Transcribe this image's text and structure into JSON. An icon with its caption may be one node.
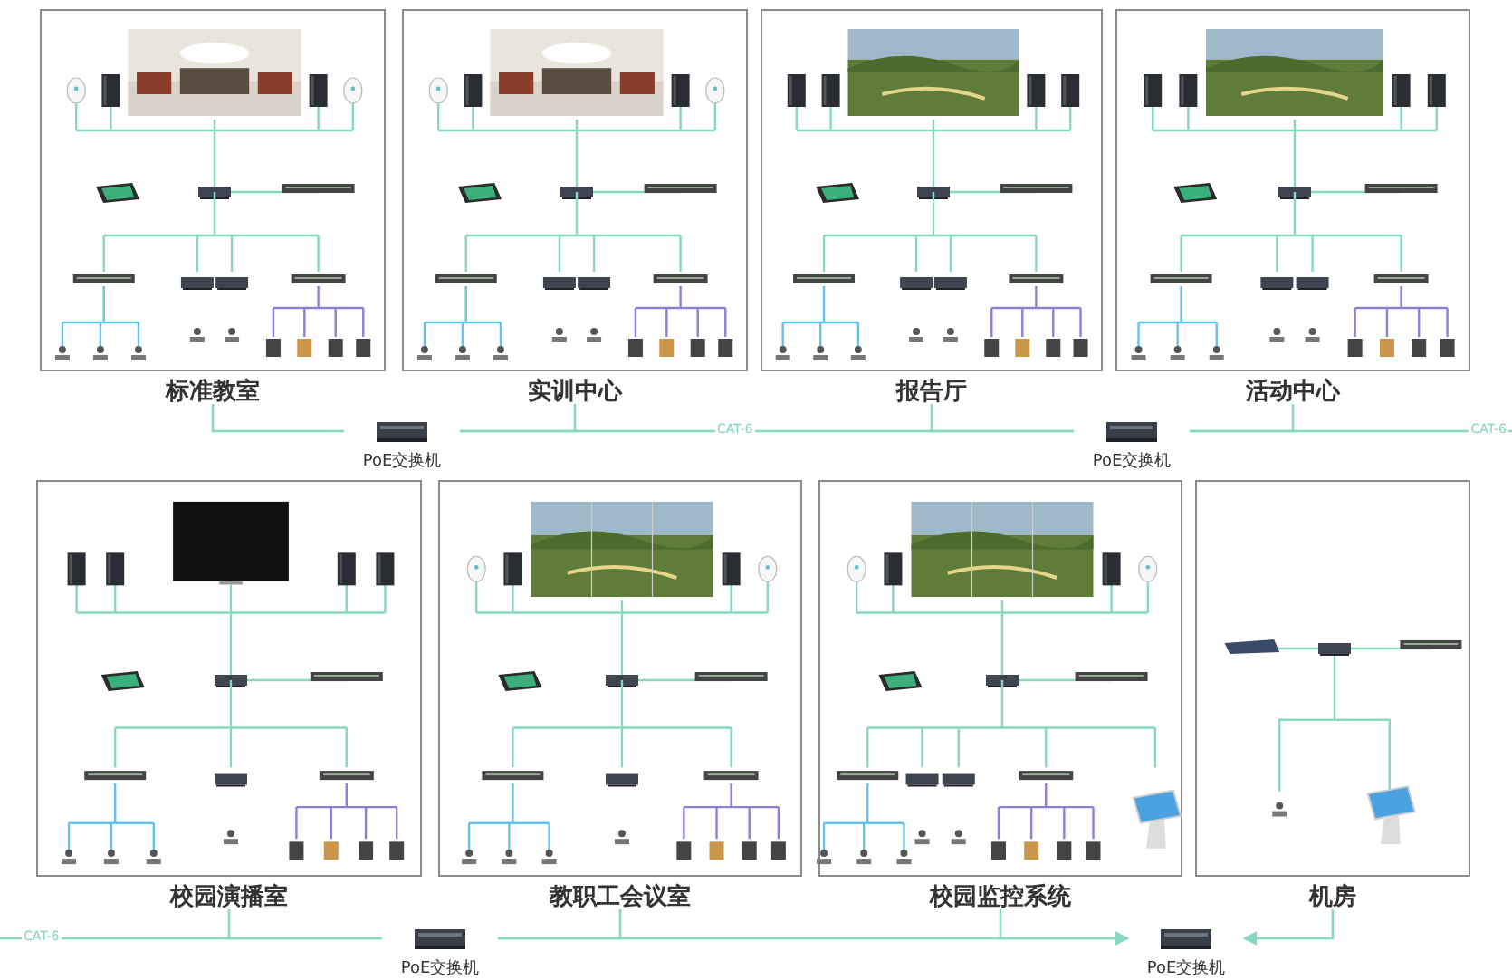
{
  "diagram": {
    "nodes": [
      {
        "text": [
          "标准教室"
        ]
      },
      {
        "text": [
          "实训中心"
        ]
      },
      {
        "text": [
          "报告厅"
        ]
      },
      {
        "text": [
          "活动中心"
        ]
      },
      {
        "text": [
          "校园演播室"
        ]
      },
      {
        "text": [
          "教职工会议室"
        ]
      },
      {
        "text": [
          "校园监控系统"
        ]
      },
      {
        "text": [
          "机房"
        ]
      },
      {
        "text": [
          "PoE交换机"
        ]
      },
      {
        "text": [
          "PoE交换机"
        ]
      },
      {
        "text": [
          "PoE交换机"
        ]
      },
      {
        "text": [
          "PoE交换机"
        ]
      }
    ],
    "edges": [
      {
        "from": 0,
        "to": 8,
        "arrow": "none"
      },
      {
        "from": 1,
        "to": 8,
        "arrow": "none"
      },
      {
        "from": 8,
        "to": 9,
        "arrow": "none",
        "label": "CAT-6"
      },
      {
        "from": 2,
        "to": 9,
        "arrow": "none"
      },
      {
        "from": 3,
        "to": 9,
        "arrow": "none"
      },
      {
        "from": 9,
        "to": null,
        "arrow": "none",
        "label": "CAT-6"
      },
      {
        "from": null,
        "to": 10,
        "arrow": "none",
        "label": "CAT-6"
      },
      {
        "from": 4,
        "to": 10,
        "arrow": "none"
      },
      {
        "from": 5,
        "to": 10,
        "arrow": "none"
      },
      {
        "from": 10,
        "to": 11,
        "arrow": "none"
      },
      {
        "from": 6,
        "to": 11,
        "arrow": "to"
      },
      {
        "from": 7,
        "to": 11,
        "arrow": "to"
      }
    ]
  }
}
